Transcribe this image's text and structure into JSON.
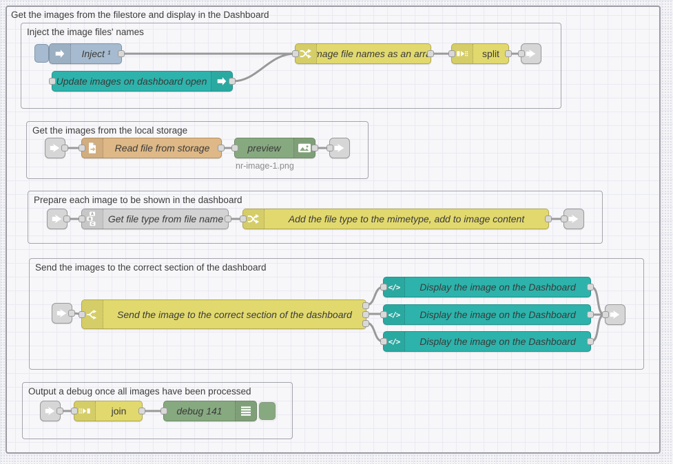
{
  "outer_group": {
    "label": "Get the images from the filestore and display in the Dashboard"
  },
  "groups": {
    "inject": {
      "label": "Inject the image files' names"
    },
    "storage": {
      "label": "Get the images from the local storage"
    },
    "prepare": {
      "label": "Prepare each image to be shown in the dashboard"
    },
    "send": {
      "label": "Send the images to the correct section of the dashboard"
    },
    "output": {
      "label": "Output a debug once all images have been processed"
    }
  },
  "nodes": {
    "inject": {
      "label": "Inject ¹"
    },
    "update_images": {
      "label": "Update images on dashboard open"
    },
    "image_file_names": {
      "label": "Image file names as an array"
    },
    "split": {
      "label": "split"
    },
    "read_file": {
      "label": "Read file from storage"
    },
    "preview": {
      "label": "preview",
      "status": "nr-image-1.png"
    },
    "get_file_type": {
      "label": "Get file type from file name"
    },
    "add_mimetype": {
      "label": "Add the file type to the mimetype, add to image content"
    },
    "switch_send": {
      "label": "Send the image to the correct section of the dashboard"
    },
    "display1": {
      "label": "Display the image on the Dashboard"
    },
    "display2": {
      "label": "Display the image on the Dashboard"
    },
    "display3": {
      "label": "Display the image on the Dashboard"
    },
    "join": {
      "label": "join"
    },
    "debug": {
      "label": "debug 141"
    }
  },
  "icons": {
    "template_glyph": "</>"
  },
  "colors": {
    "node_yellow": "#e2d96e",
    "node_teal": "#2db3ab",
    "node_inject_blue": "#a6bbcf",
    "node_file_tan": "#deb887",
    "node_green": "#87a980",
    "node_gray": "#d3d3d3",
    "link_gray": "#d6d6d6",
    "wire_gray": "#999999"
  }
}
